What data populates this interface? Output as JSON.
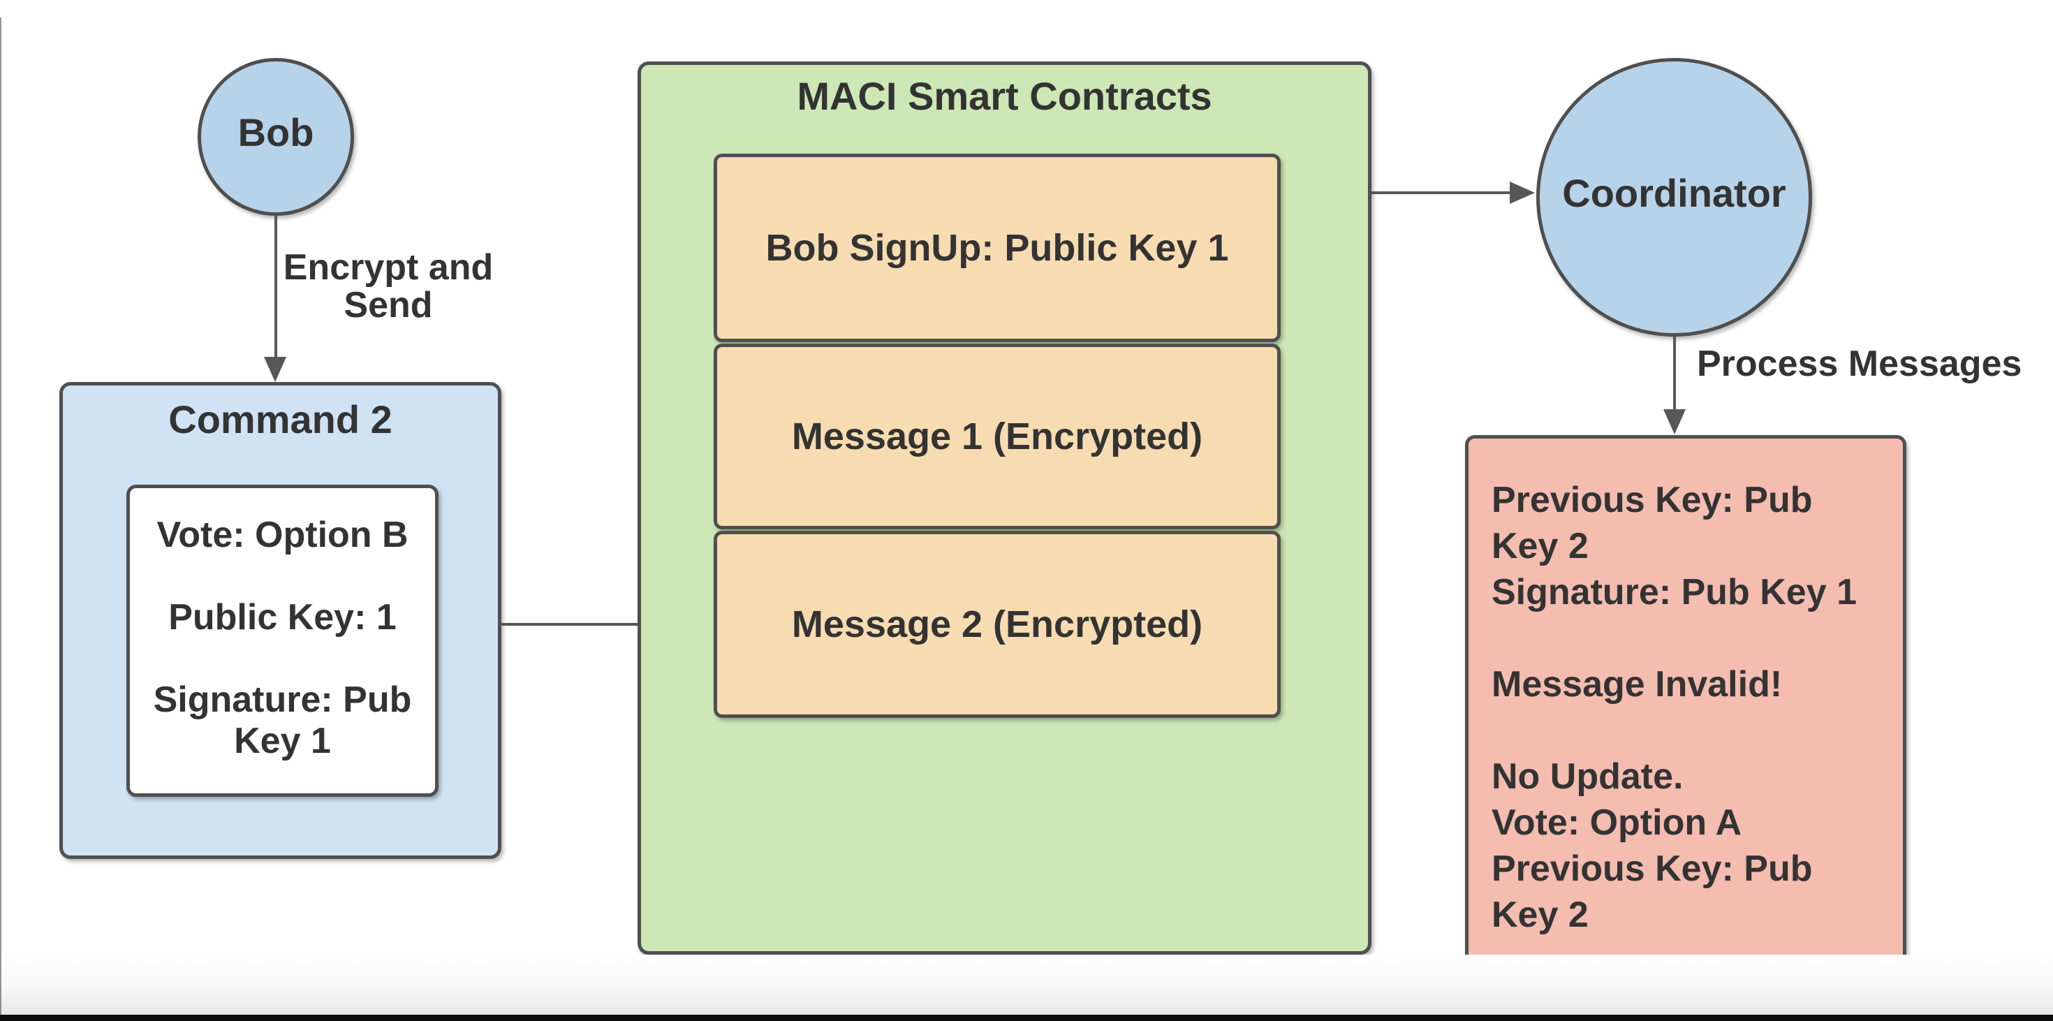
{
  "diagram": {
    "bob": {
      "label": "Bob"
    },
    "encrypt_label": {
      "lines": [
        "Encrypt and",
        "Send"
      ]
    },
    "command": {
      "title": "Command 2",
      "payload_lines": [
        "Vote: Option B",
        "",
        "Public Key: 1",
        "",
        "Signature: Pub",
        "Key 1"
      ]
    },
    "contracts": {
      "title": "MACI Smart Contracts",
      "entries": [
        "Bob SignUp: Public Key 1",
        "Message 1 (Encrypted)",
        "Message 2 (Encrypted)"
      ]
    },
    "coordinator": {
      "label": "Coordinator"
    },
    "process_label": "Process Messages",
    "result": {
      "lines": [
        "Previous Key: Pub",
        "Key 2",
        "Signature: Pub Key 1",
        "",
        "Message Invalid!",
        "",
        "No Update.",
        "Vote: Option A",
        "Previous Key: Pub",
        "Key 2"
      ]
    },
    "colors": {
      "actor_fill": "#b7d3ea",
      "command_fill": "#cfe3f5",
      "payload_fill": "#ffffff",
      "contracts_fill": "#cde8b6",
      "entry_fill": "#f8dcb1",
      "result_fill": "#f5bcb0",
      "border": "#4f4f4f",
      "arrow": "#575757",
      "text": "#333333"
    }
  }
}
